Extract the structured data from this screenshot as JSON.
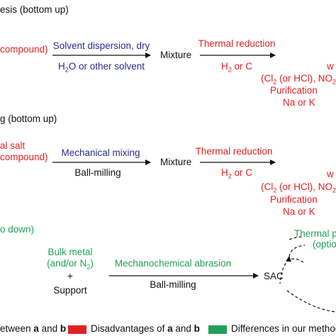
{
  "colors": {
    "black": "#111111",
    "red": "#e02020",
    "blue": "#2b2b8f",
    "green": "#1fa05a"
  },
  "section_a": {
    "heading": "esis (bottom up)",
    "left_label": "compound)",
    "arrow1_top": "Solvent dispersion, dry",
    "arrow1_bottom_pre": "H",
    "arrow1_bottom_sub": "2",
    "arrow1_bottom_post": "O or other solvent",
    "middle": "Mixture",
    "arrow2_top": "Thermal reduction",
    "arrow2_bottom_pre": "H",
    "arrow2_bottom_sub": "2",
    "arrow2_bottom_post": " or C",
    "w_label": "w",
    "byproducts_pre": "(Cl",
    "byproducts_sub1": "2",
    "byproducts_mid": " (or HCl), NO",
    "byproducts_sub2": "2",
    "byproducts_post": ",",
    "purification": "Purification",
    "alkali": "Na or K"
  },
  "section_b": {
    "heading": "g (bottom up)",
    "left_label_1": "al salt",
    "left_label_2": "compound)",
    "arrow1_top": "Mechanical mixing",
    "arrow1_bottom": "Ball-milling",
    "middle": "Mixture",
    "arrow2_top": "Thermal reduction",
    "arrow2_bottom_pre": "H",
    "arrow2_bottom_sub": "2",
    "arrow2_bottom_post": " or C",
    "w_label": "w",
    "byproducts_pre": "(Cl",
    "byproducts_sub1": "2",
    "byproducts_mid": " (or HCl), NO",
    "byproducts_sub2": "2",
    "byproducts_post": ",",
    "purification": "Purification",
    "alkali": "Na or K"
  },
  "section_c": {
    "heading": "o down)",
    "bulk_metal": "Bulk metal",
    "bulk_metal_2": "(and/or N",
    "bulk_metal_2_sub": "2",
    "bulk_metal_2_post": ")",
    "plus": "+",
    "support": "Support",
    "arrow_top": "Mechanochemical abrasion",
    "arrow_bottom": "Ball-milling",
    "product": "SAC",
    "thermal": "Thermal p",
    "optional": "(optio"
  },
  "legend": {
    "item1_pre": "etween ",
    "item1_a": "a",
    "item1_mid": " and ",
    "item1_b": "b",
    "item2_pre": "Disadvantages of ",
    "item2_a": "a",
    "item2_mid": " and ",
    "item2_b": "b",
    "item3": "Differences in our method c"
  }
}
